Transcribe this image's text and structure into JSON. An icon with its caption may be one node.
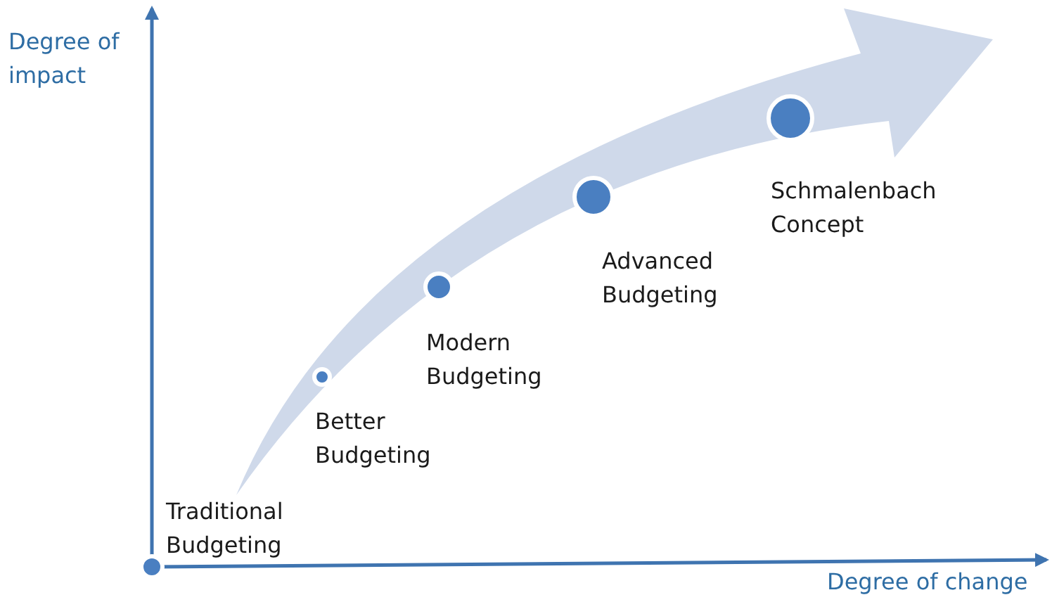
{
  "diagram": {
    "nodes": [
      {
        "text": [],
        "shape": "circle",
        "beside": [
          "Traditional Budgeting"
        ]
      },
      {
        "text": [],
        "shape": "circle",
        "beside": [
          "Better Budgeting"
        ]
      },
      {
        "text": [],
        "shape": "circle",
        "beside": [
          "Modern Budgeting"
        ]
      },
      {
        "text": [],
        "shape": "circle",
        "beside": [
          "Advanced Budgeting"
        ]
      },
      {
        "text": [],
        "shape": "circle",
        "beside": [
          "Schmalenbach Concept"
        ]
      }
    ],
    "labels": [
      "Degree of impact",
      "Degree of change"
    ]
  }
}
